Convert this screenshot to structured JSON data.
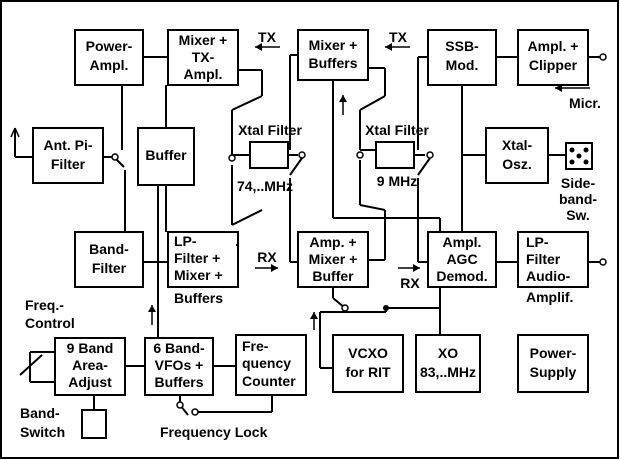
{
  "blocks": [
    {
      "id": "power-ampl",
      "lines": [
        "Power-",
        "Ampl."
      ]
    },
    {
      "id": "mixer-tx-ampl",
      "lines": [
        "Mixer +",
        "TX-",
        "Ampl."
      ]
    },
    {
      "id": "mixer-buffers",
      "lines": [
        "Mixer +",
        "Buffers"
      ]
    },
    {
      "id": "ssb-mod",
      "lines": [
        "SSB-",
        "Mod."
      ]
    },
    {
      "id": "ampl-clipper",
      "lines": [
        "Ampl. +",
        "Clipper"
      ]
    },
    {
      "id": "ant-pi-filter",
      "lines": [
        "Ant. Pi-",
        "Filter"
      ]
    },
    {
      "id": "buffer",
      "lines": [
        "Buffer"
      ]
    },
    {
      "id": "xtal-osz",
      "lines": [
        "Xtal-",
        "Osz."
      ]
    },
    {
      "id": "band-filter",
      "lines": [
        "Band-",
        "Filter"
      ]
    },
    {
      "id": "lp-filter-mixer-buffers",
      "lines": [
        "LP-",
        "Filter +",
        "Mixer +",
        "Buffers"
      ]
    },
    {
      "id": "amp-mixer-buffer",
      "lines": [
        "Amp. +",
        "Mixer +",
        "Buffer"
      ]
    },
    {
      "id": "ampl-agc-demod",
      "lines": [
        "Ampl.",
        "AGC",
        "Demod."
      ]
    },
    {
      "id": "lp-filter-audio-amplif",
      "lines": [
        "LP-",
        "Filter",
        "Audio-",
        "Amplif."
      ]
    },
    {
      "id": "9-band-area-adjust",
      "lines": [
        "9 Band",
        "Area-",
        "Adjust"
      ]
    },
    {
      "id": "6-band-vfos-buffers",
      "lines": [
        "6 Band-",
        "VFOs +",
        "Buffers"
      ]
    },
    {
      "id": "frequency-counter",
      "lines": [
        "Fre-",
        "quency",
        "Counter"
      ]
    },
    {
      "id": "vcxo-for-rit",
      "lines": [
        "VCXO",
        "for RIT"
      ]
    },
    {
      "id": "xo-83-mhz",
      "lines": [
        "XO",
        "83,..MHz"
      ]
    },
    {
      "id": "power-supply",
      "lines": [
        "Power-",
        "Supply"
      ]
    }
  ],
  "labels": {
    "tx_left": "TX",
    "tx_right": "TX",
    "rx_left": "RX",
    "rx_right": "RX",
    "xtal_filter_1": "Xtal Filter",
    "xtal_filter_1_freq": "74,..MHz",
    "xtal_filter_2": "Xtal Filter",
    "xtal_filter_2_freq": "9 MHz",
    "micr": "Micr.",
    "sideband_sw": [
      "Side-",
      "band-",
      "Sw."
    ],
    "freq_control": [
      "Freq.-",
      "Control"
    ],
    "band_switch": [
      "Band-",
      "Switch"
    ],
    "frequency_lock": "Frequency Lock"
  }
}
